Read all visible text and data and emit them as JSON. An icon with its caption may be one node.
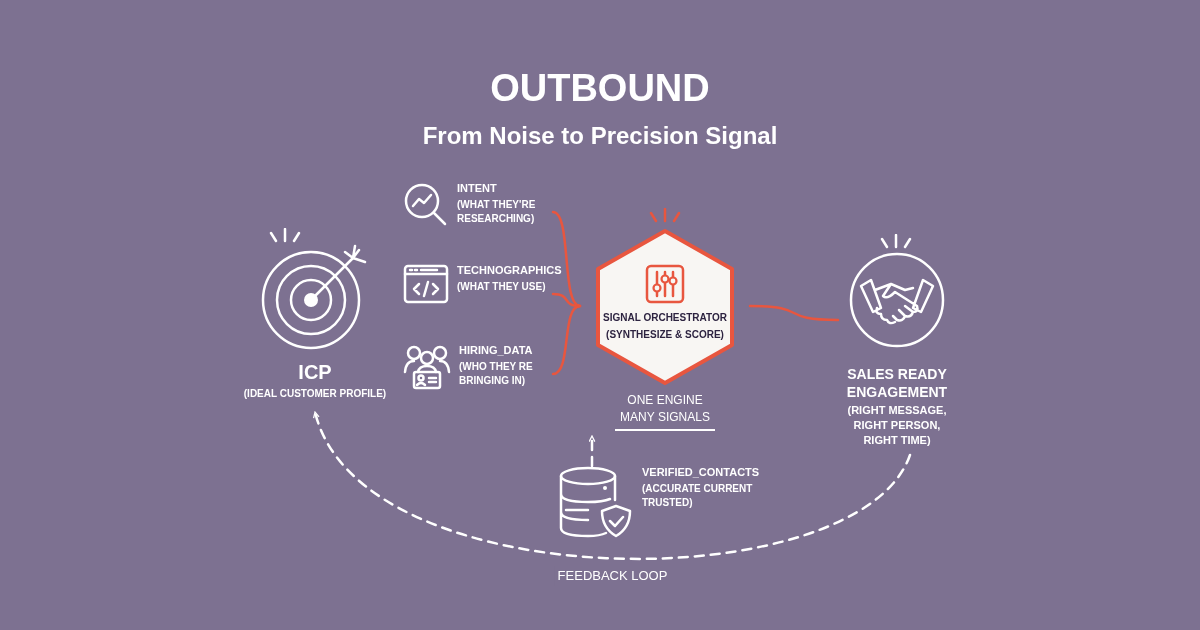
{
  "diagram": {
    "title": "OUTBOUND",
    "nodes": [
      {
        "text": [
          "ICP",
          "(IDEAL CUSTOMER PROFILE)"
        ]
      },
      {
        "text": [
          "INTENT",
          "(WHAT THEY'RE RESEARCHING)"
        ]
      },
      {
        "text": [
          "TECHNOGRAPHICS",
          "(WHAT THEY USE)"
        ]
      },
      {
        "text": [
          "HIRING_DATA",
          "(WHO THEY RE BRINGING IN)"
        ]
      },
      {
        "text": [
          "SIGNAL ORCHESTRATOR",
          "(SYNTHESIZE & SCORE)"
        ],
        "beside": [
          "ONE ENGINE MANY SIGNALS"
        ]
      },
      {
        "text": [
          "SALES READY ENGAGEMENT",
          "(RIGHT MESSAGE, RIGHT PERSON, RIGHT TIME)"
        ]
      },
      {
        "text": [
          "VERIFIED_CONTACTS",
          "(ACCURATE CURRENT TRUSTED)"
        ]
      }
    ],
    "edges": [
      {
        "from": 1,
        "to": 4,
        "arrow": "to"
      },
      {
        "from": 2,
        "to": 4,
        "arrow": "to"
      },
      {
        "from": 3,
        "to": 4,
        "arrow": "to"
      },
      {
        "from": 4,
        "to": 5,
        "arrow": "none"
      },
      {
        "from": 6,
        "to": 4,
        "arrow": "to",
        "style": "dashed",
        "color": "#ffffff"
      },
      {
        "from": 5,
        "to": 0,
        "arrow": "to",
        "style": "dashed",
        "color": "#ffffff",
        "label": "FEEDBACK LOOP"
      }
    ],
    "labels": [
      "From Noise to Precision Signal"
    ]
  }
}
